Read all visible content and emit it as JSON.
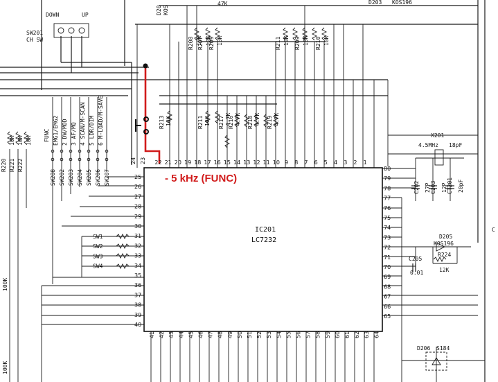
{
  "annotation": {
    "text": "- 5 kHz (FUNC)",
    "color": "#d11b1b"
  },
  "ic": {
    "ref": "IC201",
    "part": "LC7232"
  },
  "channel_switch": {
    "ref": "SW201",
    "name": "CH SW",
    "down": "DOWN",
    "up": "UP"
  },
  "func_label": "FUNC",
  "func_switches": [
    {
      "ref": "SW208",
      "label": "EMG1/EMG2"
    },
    {
      "ref": "SW202",
      "label": "2 DW/MOD"
    },
    {
      "ref": "SW203",
      "label": "3 AF/MQ"
    },
    {
      "ref": "SW204",
      "label": "4 SCAN/M-SCAN"
    },
    {
      "ref": "SW205",
      "label": "5 LDR/DIM"
    },
    {
      "ref": "SW206",
      "label": "6 M-LOAD/M-SAVE"
    },
    {
      "ref": "SW207",
      "label": ""
    }
  ],
  "keys": [
    "SW1",
    "SW2",
    "SW3",
    "SW4"
  ],
  "left_resistors": [
    {
      "ref": "R220",
      "value": "10K"
    },
    {
      "ref": "R221",
      "value": "10K"
    },
    {
      "ref": "R222",
      "value": "10K"
    }
  ],
  "top_resistors": [
    {
      "ref": "R208",
      "value": "10K"
    },
    {
      "ref": "R207",
      "value": "10K"
    },
    {
      "ref": "R209",
      "value": "10K"
    },
    {
      "ref": "R211",
      "value": "10K"
    },
    {
      "ref": "R209",
      "value": "10K"
    },
    {
      "ref": "R210",
      "value": "10K"
    }
  ],
  "mid_resistors": [
    {
      "ref": "R213",
      "value": "10K"
    },
    {
      "ref": "R211",
      "value": "10K"
    },
    {
      "ref": "R217",
      "value": "4.7K"
    },
    {
      "ref": "R216",
      "value": "4.7K"
    },
    {
      "ref": "R218",
      "value": "4.7K"
    },
    {
      "ref": "R219",
      "value": "4.7K"
    }
  ],
  "top_marks": {
    "diode_left": "D20",
    "diode_left_part": "KOS",
    "res_top": "47K",
    "diode_right": "D203",
    "diode_right_part": "KOS196"
  },
  "crystal": {
    "ref": "X201",
    "freq": "4.5MHz",
    "cap": "18pF"
  },
  "caps_right": [
    {
      "ref": "C202",
      "value": "27P"
    },
    {
      "ref": "C203",
      "value": "12P"
    },
    {
      "ref": "CT201",
      "value": "20pF"
    }
  ],
  "d205": {
    "ref": "D205",
    "part": "KOS196"
  },
  "r224": {
    "ref": "R224",
    "value": "12K"
  },
  "c205": {
    "ref": "C205",
    "value": "0.01"
  },
  "d206": {
    "ref": "D206",
    "part": "S184"
  },
  "edge_labels": [
    "100K",
    "100K",
    "C"
  ],
  "pins_top": [
    "24",
    "23",
    "22",
    "21",
    "20",
    "19",
    "18",
    "17",
    "16",
    "15",
    "14",
    "13",
    "12",
    "11",
    "10",
    "9",
    "8",
    "7",
    "6",
    "5",
    "4",
    "3",
    "2",
    "1"
  ],
  "pins_left": [
    "25",
    "26",
    "27",
    "28",
    "29",
    "30",
    "31",
    "32",
    "33",
    "34",
    "35",
    "36",
    "37",
    "38",
    "39",
    "40"
  ],
  "pins_bottom": [
    "41",
    "42",
    "43",
    "44",
    "45",
    "46",
    "47",
    "48",
    "49",
    "50",
    "51",
    "52",
    "53",
    "54",
    "55",
    "56",
    "57",
    "58",
    "59",
    "60",
    "61",
    "62",
    "63",
    "64"
  ],
  "pins_right": [
    "80",
    "79",
    "78",
    "77",
    "76",
    "75",
    "74",
    "73",
    "72",
    "71",
    "70",
    "69",
    "68",
    "67",
    "66",
    "65"
  ]
}
